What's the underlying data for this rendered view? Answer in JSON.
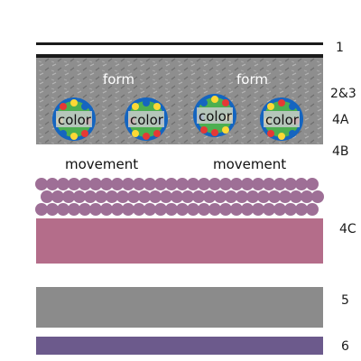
{
  "layers": [
    {
      "id": "1",
      "label": "1"
    },
    {
      "id": "2and3",
      "label": "2&3"
    },
    {
      "id": "4A",
      "label": "4A"
    },
    {
      "id": "4B",
      "label": "4B"
    },
    {
      "id": "4C",
      "label": "4C"
    },
    {
      "id": "5",
      "label": "5"
    },
    {
      "id": "6",
      "label": "6"
    }
  ],
  "overlay_words": {
    "form": "form",
    "color": "color",
    "movement": "movement"
  },
  "colors": {
    "layer1_line": "#1a1a1a",
    "layer23_band": "#8c8c8c",
    "layer4a_band": "#a0a0a0",
    "layer4b_band": "#ffffff",
    "layer4c_dots": "#9e6f96",
    "layer4c_block": "#b46d8a",
    "layer5_band": "#8b8b8b",
    "layer6_band": "#6c5a8c",
    "blob_green": "#4caf50",
    "blob_blue": "#1565c0",
    "blob_red": "#e53935",
    "blob_yellow": "#fdd835"
  }
}
